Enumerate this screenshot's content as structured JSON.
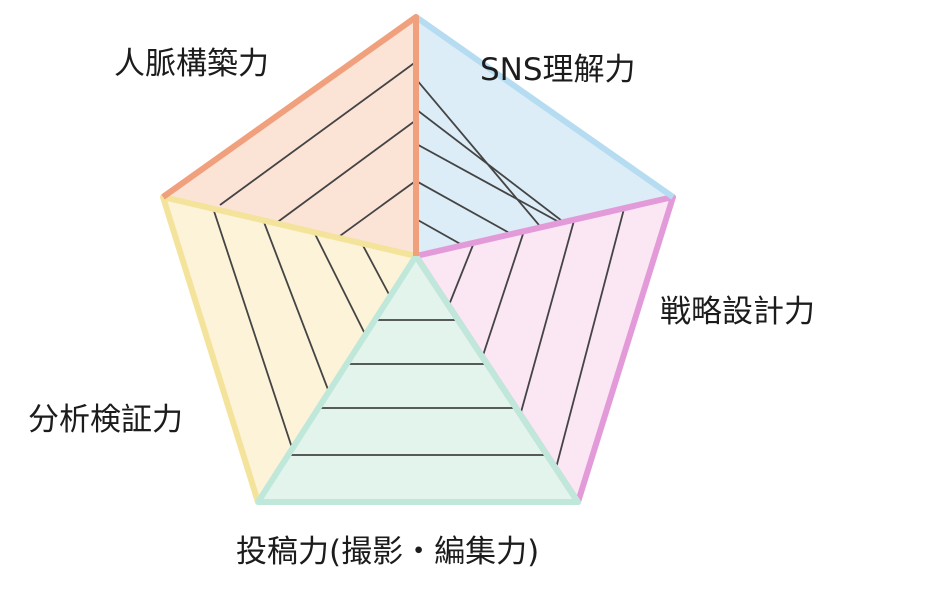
{
  "diagram": {
    "segments": [
      {
        "label": "人脈構築力",
        "fill": "#fbe3d6",
        "stroke": "#f0a07c"
      },
      {
        "label": "SNS理解力",
        "fill": "#dcedf7",
        "stroke": "#b5dcf0"
      },
      {
        "label": "戦略設計力",
        "fill": "#fbe6f4",
        "stroke": "#e39ad9"
      },
      {
        "label": "分析検証力",
        "fill": "#fcf3d8",
        "stroke": "#f4e39a"
      },
      {
        "label": "投稿力(撮影・編集力)",
        "fill": "#e2f4ec",
        "stroke": "#bfe8db"
      }
    ]
  }
}
